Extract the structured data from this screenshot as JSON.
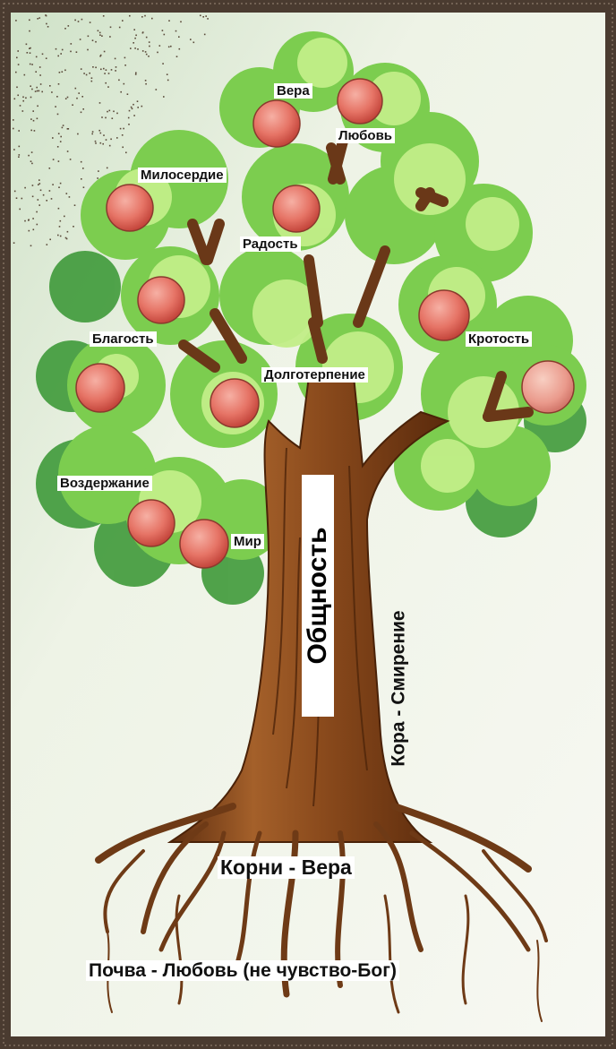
{
  "fruits": {
    "vera": "Вера",
    "lyubov": "Любовь",
    "miloserdie": "Милосердие",
    "radost": "Радость",
    "blagost": "Благость",
    "krotost": "Кротость",
    "dolgoterpenie": "Долготерпение",
    "vozderzhanie": "Воздержание",
    "mir": "Мир"
  },
  "trunk_label": "Общность",
  "bark_label": "Кора - Смирение",
  "roots_label": "Корни - Вера",
  "soil_label": "Почва - Любовь (не чувство-Бог)",
  "colors": {
    "frame": "#4a3b30",
    "paper": "#f4f6ee",
    "foliage_light": "#b9ea7c",
    "foliage_mid": "#84cf55",
    "foliage_dark": "#3f9a3a",
    "trunk": "#8a4a1c",
    "fruit": "#e66a5e"
  }
}
